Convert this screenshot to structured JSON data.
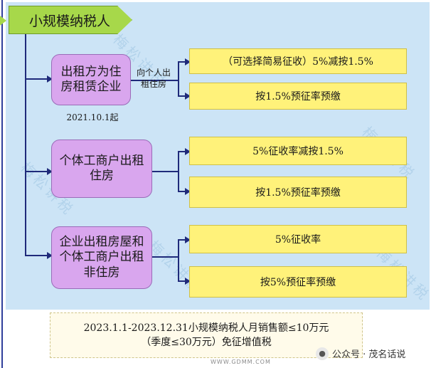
{
  "title": "小规模纳税人",
  "branches": [
    {
      "label_lines": [
        "出租方为住",
        "房租赁企业"
      ],
      "date": "2021.10.1起",
      "sub_label_lines": [
        "向个人出",
        "租住房"
      ],
      "outcomes": [
        "（可选择简易征收）5%减按1.5%",
        "按1.5%预征率预缴"
      ]
    },
    {
      "label_lines": [
        "个体工商户出租",
        "住房"
      ],
      "outcomes": [
        "5%征收率减按1.5%",
        "按1.5%预征率预缴"
      ]
    },
    {
      "label_lines": [
        "企业出租房屋和",
        "个体工商户出租",
        "非住房"
      ],
      "outcomes": [
        "5%征收率",
        "按5%预征率预缴"
      ]
    }
  ],
  "note_lines": [
    "2023.1.1-2023.12.31小规模纳税人月销售额≤10万元",
    "（季度≤30万元）免征增值税"
  ],
  "watermark": "梅松讲税",
  "wechat_label": "公众号 · 茂名话说",
  "gdmm_text": "WWW.GDMM.COM",
  "colors": {
    "background": "#cce4f6",
    "title_fill": "#a7d84a",
    "pill_fill": "#d9a6ee",
    "box_fill": "#fff27a",
    "line": "#1f2a7a"
  }
}
